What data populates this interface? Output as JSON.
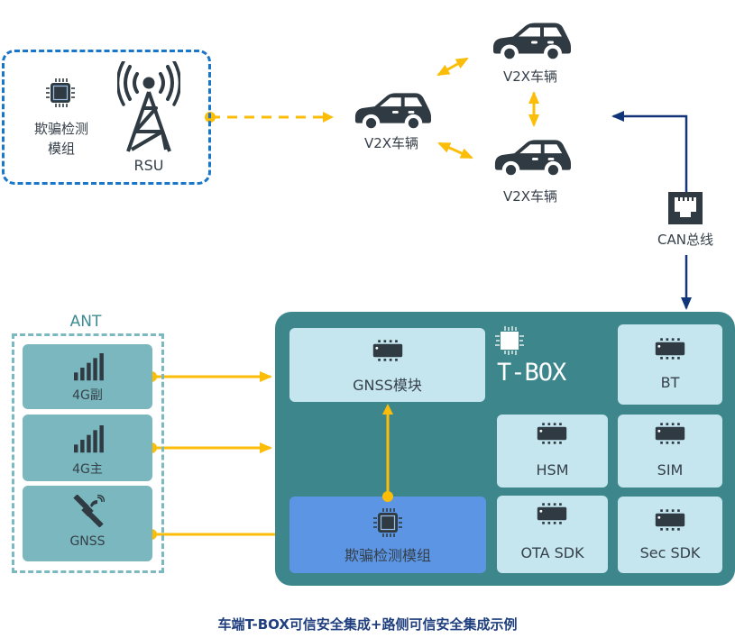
{
  "caption": "车端T-BOX可信安全集成+路侧可信安全集成示例",
  "colors": {
    "rsu_border": "#1a76c8",
    "arrow_yellow": "#fbbd08",
    "arrow_navy": "#12357a",
    "tbox_bg": "#3d878c",
    "module_bg": "#c5e6ef",
    "spoof_module_bg": "#5b95e4",
    "ant_card_bg": "#7ab7be",
    "ant_border": "#7cb8c0",
    "icon_dark": "#2f3a42"
  },
  "roadside": {
    "chip_icon": "chip-icon",
    "spoof_module_label": "欺骗检测\n模组",
    "spoof_module_line1": "欺骗检测",
    "spoof_module_line2": "模组",
    "rsu_icon": "radio-tower-icon",
    "rsu_label": "RSU"
  },
  "vehicles": [
    {
      "label": "V2X车辆",
      "icon": "car-icon"
    },
    {
      "label": "V2X车辆",
      "icon": "car-icon"
    },
    {
      "label": "V2X车辆",
      "icon": "car-icon"
    }
  ],
  "can_bus": {
    "icon": "ethernet-port-icon",
    "label": "CAN总线"
  },
  "antenna": {
    "title": "ANT",
    "items": [
      {
        "label": "4G副",
        "icon": "signal-bars-icon"
      },
      {
        "label": "4G主",
        "icon": "signal-bars-icon"
      },
      {
        "label": "GNSS",
        "icon": "satellite-icon"
      }
    ]
  },
  "tbox": {
    "title": "T-BOX",
    "title_icon": "chip-icon",
    "modules": {
      "gnss": "GNSS模块",
      "spoof": "欺骗检测模组",
      "bt": "BT",
      "hsm": "HSM",
      "sim": "SIM",
      "ota": "OTA SDK",
      "secsdk": "Sec SDK"
    }
  }
}
